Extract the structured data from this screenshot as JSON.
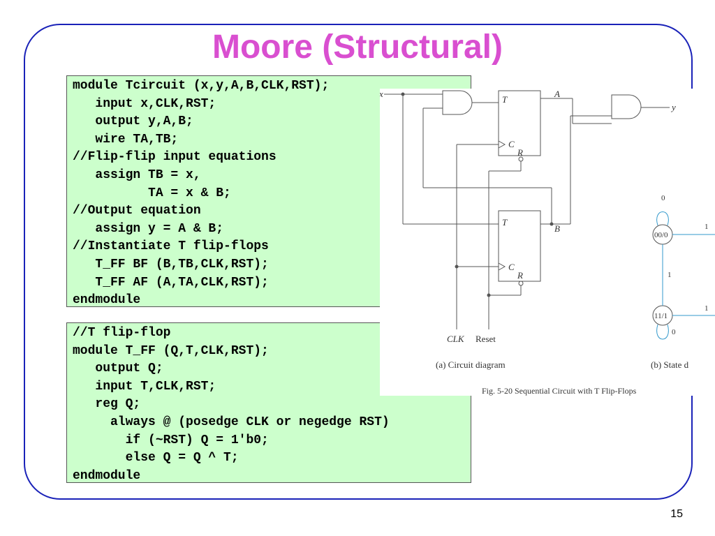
{
  "slide": {
    "title": "Moore (Structural)",
    "number": "15"
  },
  "code_top": [
    "module Tcircuit (x,y,A,B,CLK,RST);",
    "   input x,CLK,RST;",
    "   output y,A,B;",
    "   wire TA,TB;",
    "//Flip-flip input equations",
    "   assign TB = x,",
    "          TA = x & B;",
    "//Output equation",
    "   assign y = A & B;",
    "//Instantiate T flip-flops",
    "   T_FF BF (B,TB,CLK,RST);",
    "   T_FF AF (A,TA,CLK,RST);",
    "endmodule"
  ],
  "code_bottom": [
    "//T flip-flop",
    "module T_FF (Q,T,CLK,RST);",
    "   output Q;",
    "   input T,CLK,RST;",
    "   reg Q;",
    "     always @ (posedge CLK or negedge RST)",
    "       if (~RST) Q = 1'b0;",
    "       else Q = Q ^ T;",
    "endmodule"
  ],
  "figure": {
    "labels": {
      "x": "x",
      "y": "y",
      "A": "A",
      "B": "B",
      "T_top": "T",
      "T_bottom": "T",
      "C_top": "C",
      "C_bottom": "C",
      "R_top": "R",
      "R_bottom": "R",
      "clk": "CLK",
      "reset": "Reset"
    },
    "caption_a": "(a) Circuit diagram",
    "caption_b": "(b) State d",
    "fig_caption": "Fig. 5-20  Sequential Circuit with T Flip-Flops",
    "state_diagram": {
      "state_top": "00/0",
      "state_bottom": "11/1",
      "loop_top": "0",
      "loop_bottom": "0",
      "edge_right_top": "1",
      "edge_right_bottom": "1",
      "edge_vertical": "1"
    }
  }
}
